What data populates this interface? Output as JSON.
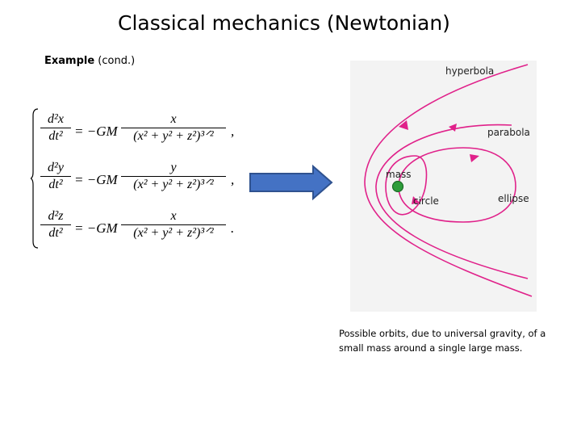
{
  "slide": {
    "title": "Classical mechanics (Newtonian)",
    "subtitle_bold": "Example",
    "subtitle_rest": " (cond.)"
  },
  "equations": [
    {
      "lhs_num": "d²x",
      "lhs_den": "dt²",
      "equals": "= −GM",
      "rhs_num": "x",
      "rhs_den": "(x² + y² + z²)³ᐟ²",
      "punct": ","
    },
    {
      "lhs_num": "d²y",
      "lhs_den": "dt²",
      "equals": "= −GM",
      "rhs_num": "y",
      "rhs_den": "(x² + y² + z²)³ᐟ²",
      "punct": ","
    },
    {
      "lhs_num": "d²z",
      "lhs_den": "dt²",
      "equals": "= −GM",
      "rhs_num": "x",
      "rhs_den": "(x² + y² + z²)³ᐟ²",
      "punct": "."
    }
  ],
  "arrow": {
    "fill": "#4472c4",
    "stroke": "#2f528f",
    "icon": "right-arrow-icon"
  },
  "diagram": {
    "labels": {
      "hyperbola": "hyperbola",
      "parabola": "parabola",
      "mass": "mass",
      "circle": "circle",
      "ellipse": "ellipse"
    },
    "orbit_color": "#e0218a",
    "mass_color": "#2e9d3a"
  },
  "caption": "Possible orbits, due to universal gravity, of a small mass around a single large mass."
}
